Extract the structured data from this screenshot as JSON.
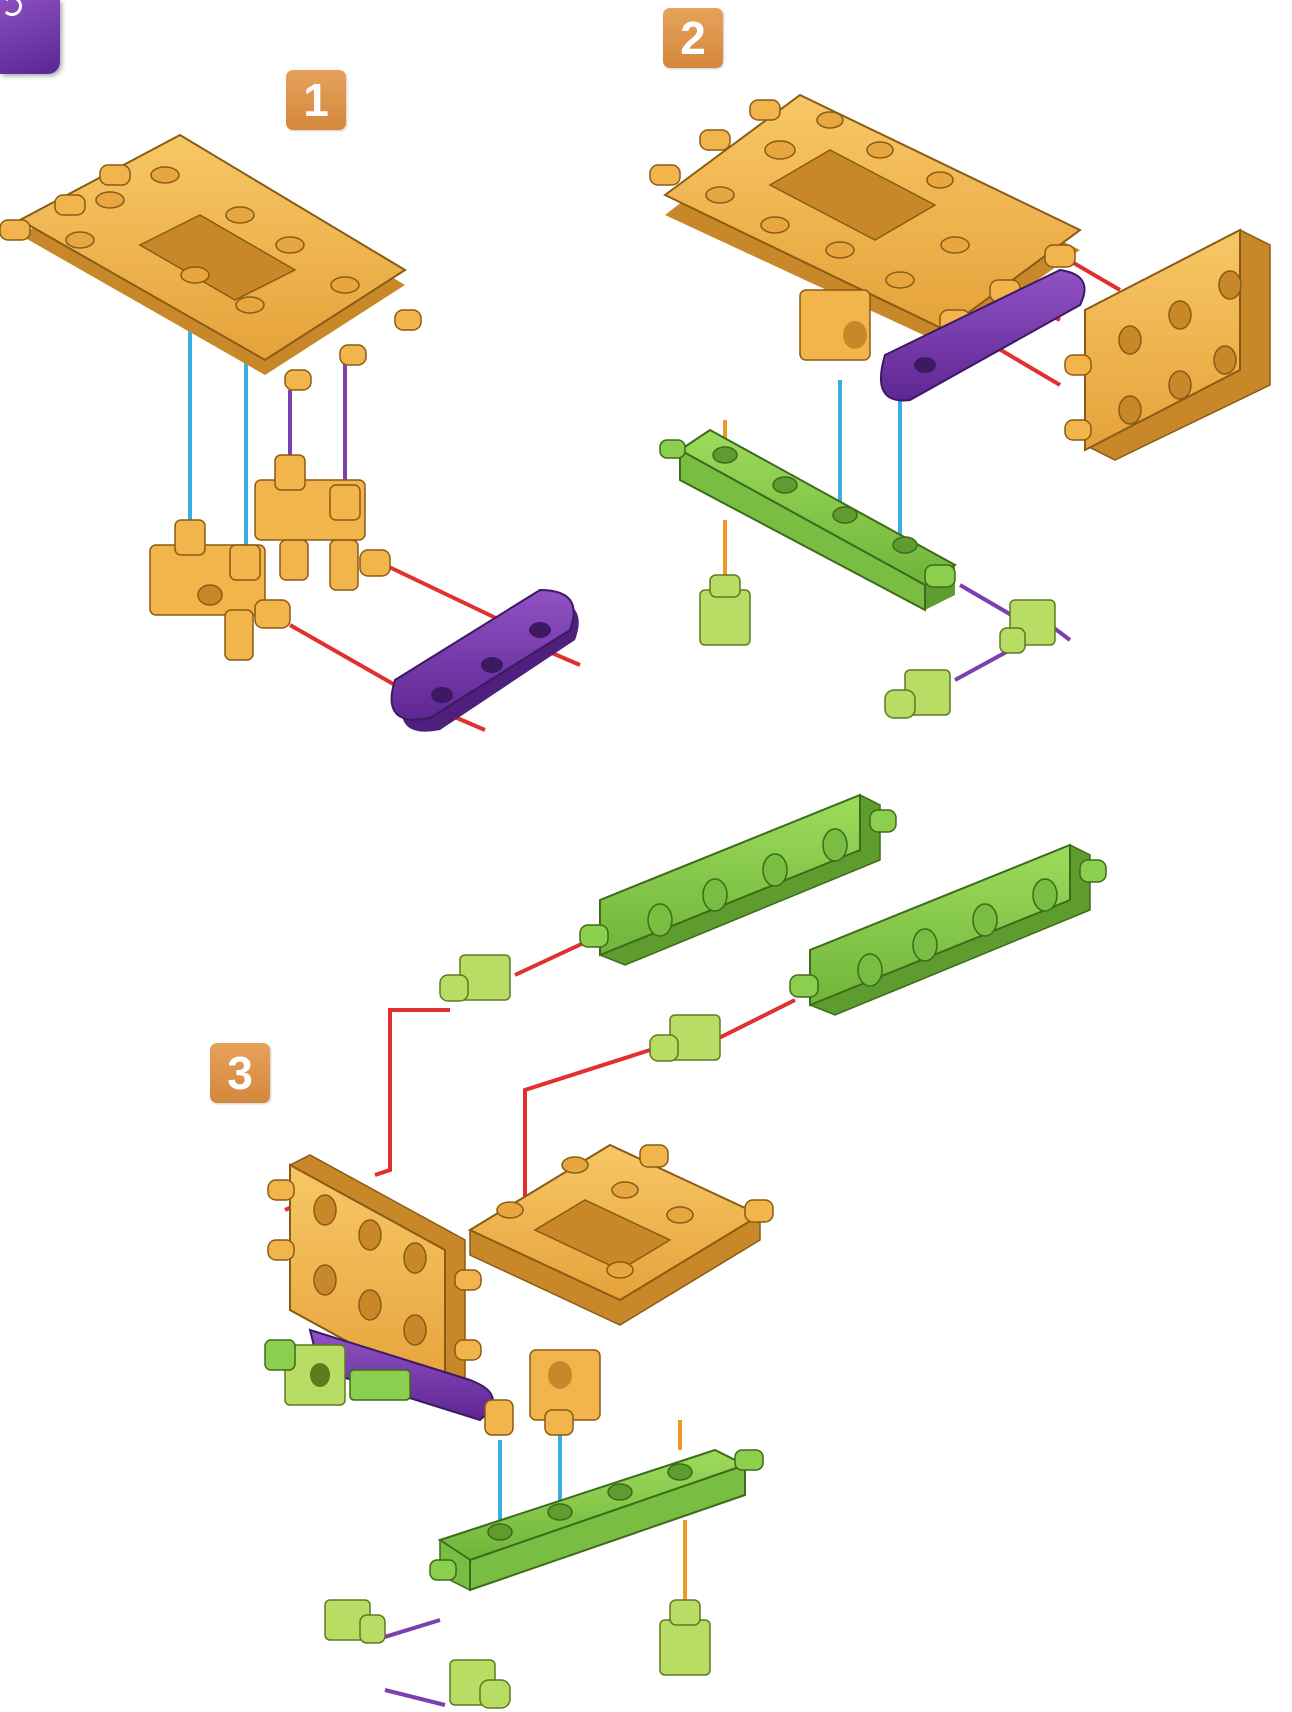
{
  "steps": [
    {
      "number": "1"
    },
    {
      "number": "2"
    },
    {
      "number": "3"
    }
  ],
  "colors": {
    "step_badge": "#dd9447",
    "corner_tab": "#6f38a8",
    "plate": "#f2b54b",
    "plate_shadow": "#c8882a",
    "rod_purple": "#7a3aa8",
    "beam_green": "#8ccf4e",
    "connector_lime": "#b9dc64",
    "guide_red": "#e0312f",
    "guide_blue": "#3aaee0",
    "guide_purple": "#7b3fae",
    "guide_orange": "#f0972a"
  },
  "icons": [
    "corner-tab-icon"
  ]
}
